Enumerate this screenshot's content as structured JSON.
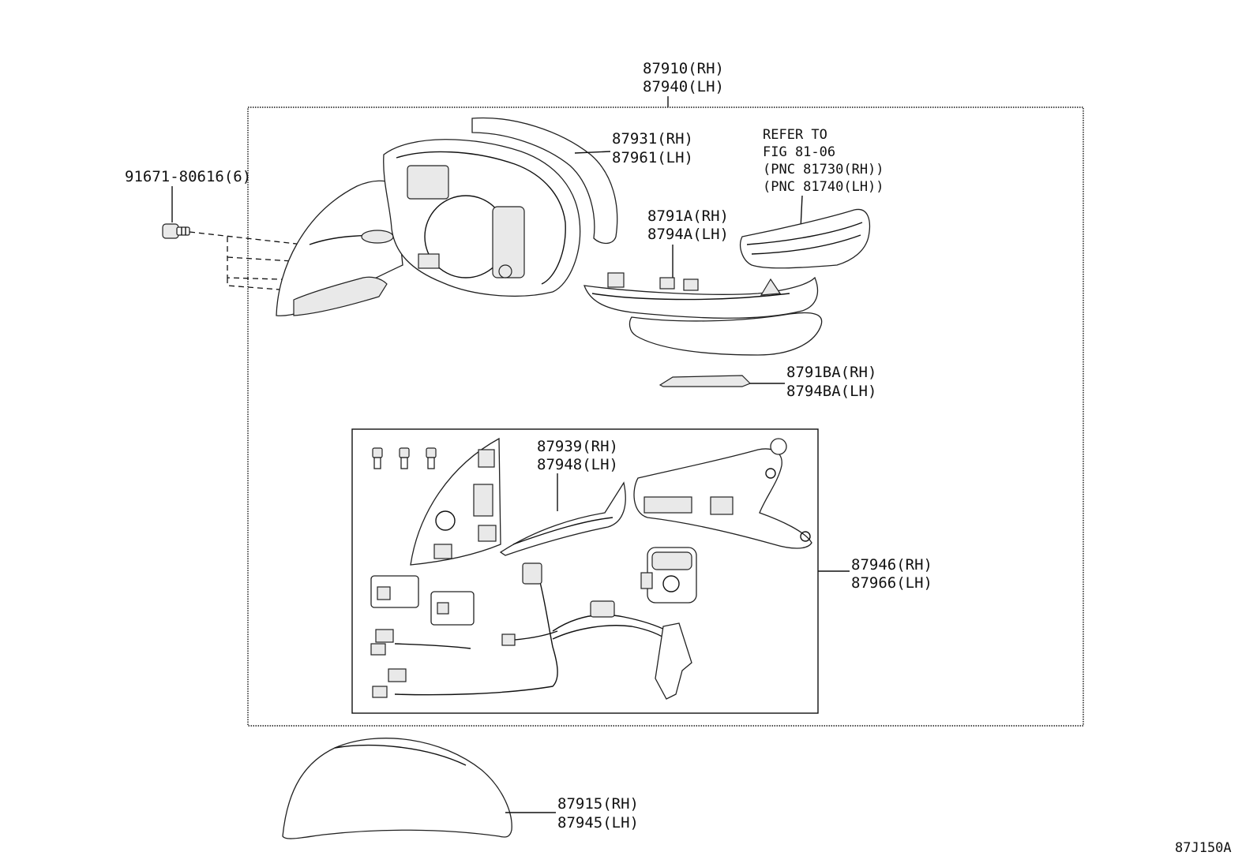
{
  "diagram_id": "87J150A",
  "labels": {
    "assembly": [
      "87910(RH)",
      "87940(LH)"
    ],
    "screw": [
      "91671-80616(6)"
    ],
    "mirror": [
      "87931(RH)",
      "87961(LH)"
    ],
    "refer": [
      "REFER TO",
      "FIG 81-06",
      "(PNC 81730(RH))",
      "(PNC 81740(LH))"
    ],
    "cover_lower": [
      "8791A(RH)",
      "8794A(LH)"
    ],
    "bracket": [
      "8791BA(RH)",
      "8794BA(LH)"
    ],
    "gasket": [
      "87939(RH)",
      "87948(LH)"
    ],
    "motor": [
      "87946(RH)",
      "87966(LH)"
    ],
    "cover_cap": [
      "87915(RH)",
      "87945(LH)"
    ]
  }
}
